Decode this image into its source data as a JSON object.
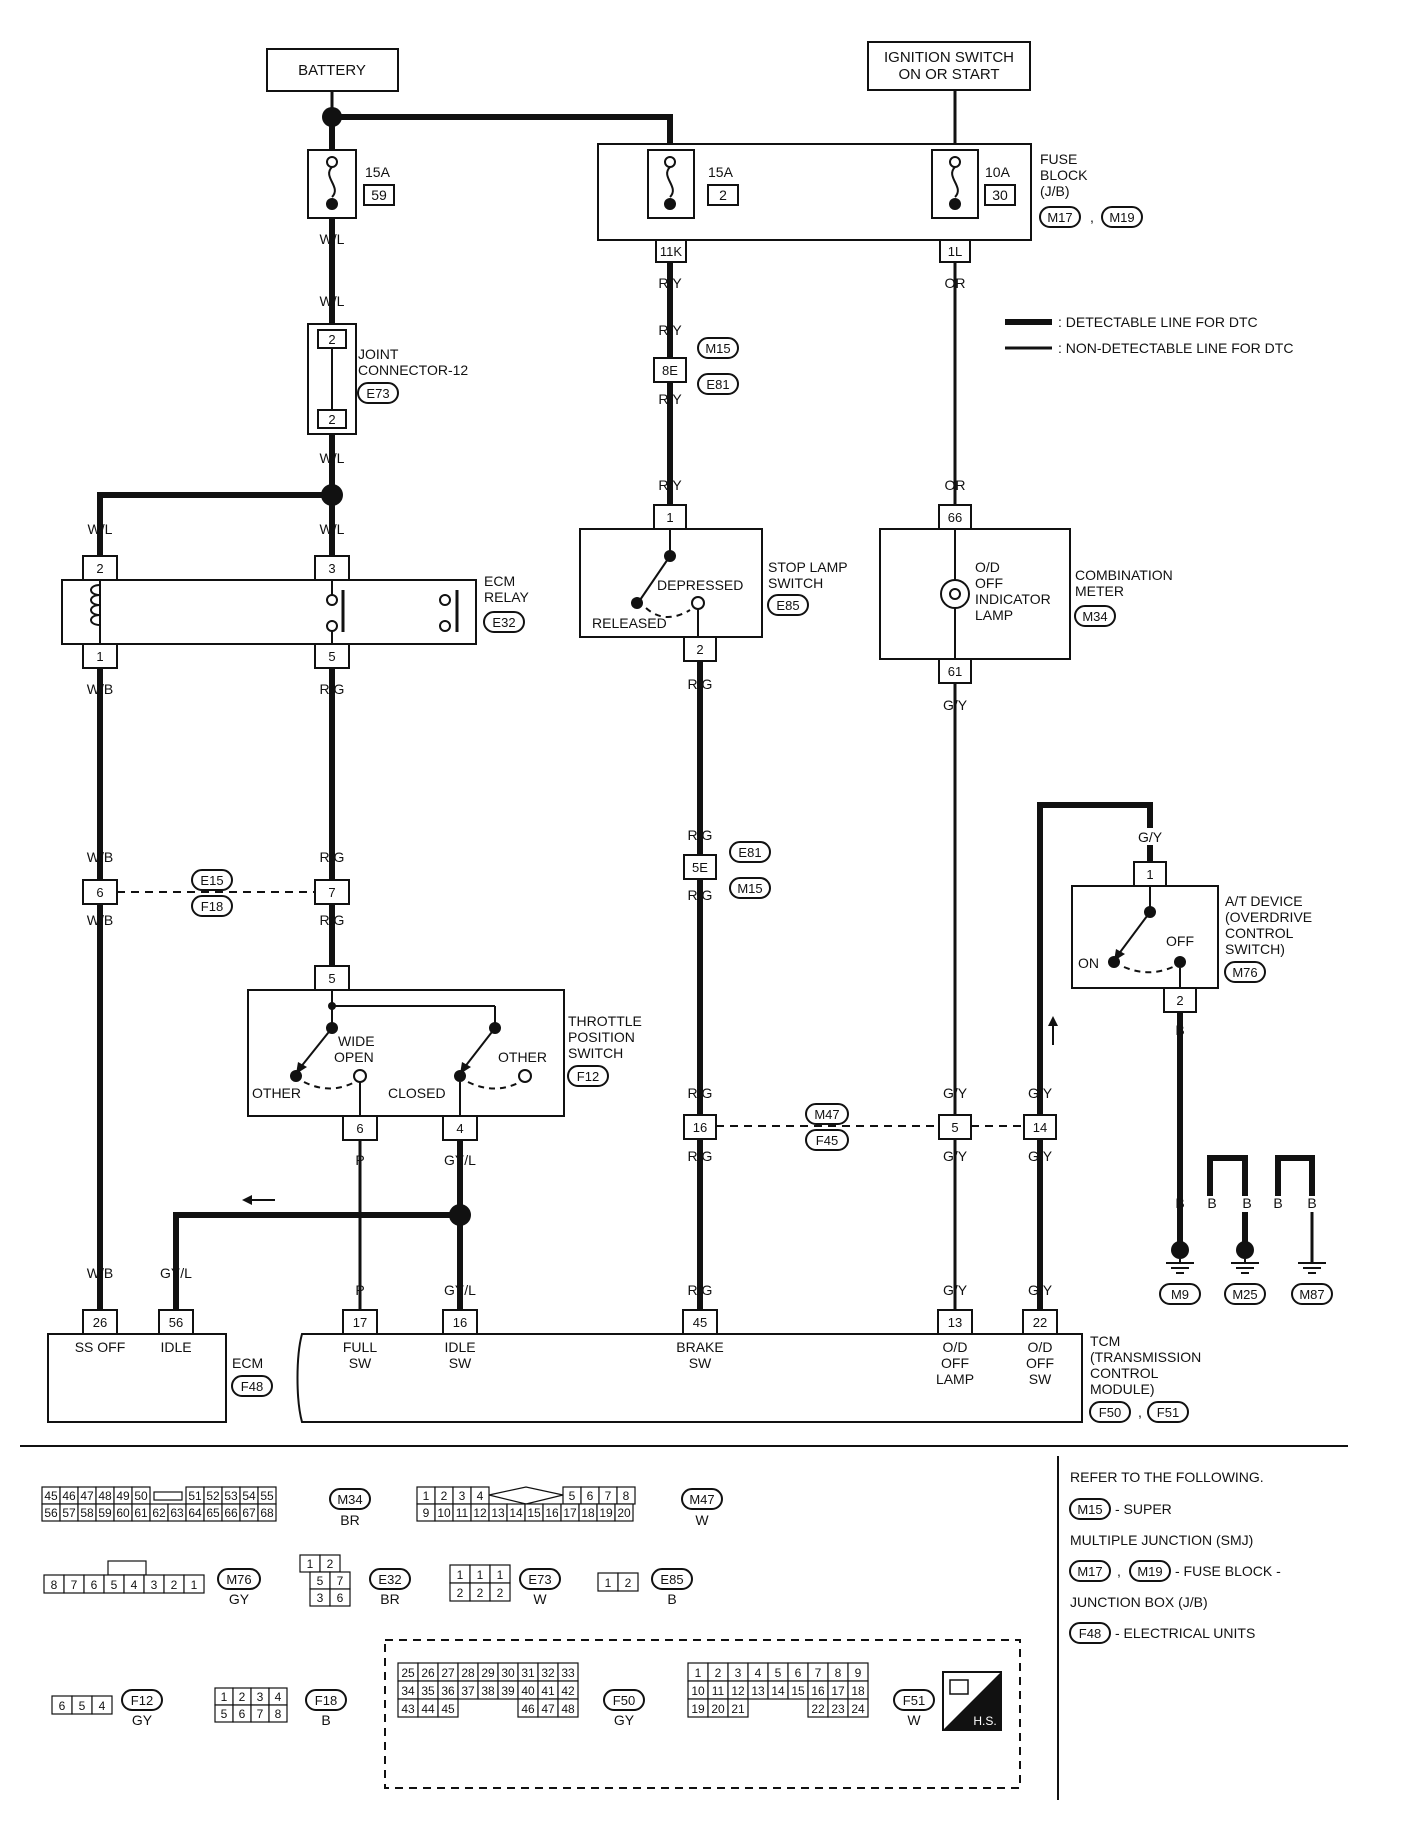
{
  "power": {
    "battery": "BATTERY",
    "ignition_l1": "IGNITION SWITCH",
    "ignition_l2": "ON OR START"
  },
  "fuses": {
    "f59": {
      "amp": "15A",
      "num": "59"
    },
    "f2": {
      "amp": "15A",
      "num": "2"
    },
    "f30": {
      "amp": "10A",
      "num": "30"
    },
    "block_l1": "FUSE",
    "block_l2": "BLOCK",
    "block_l3": "(J/B)",
    "block_conn1": "M17",
    "block_conn2": "M19",
    "pin_11k": "11K",
    "pin_1l": "1L"
  },
  "legend": {
    "detectable": ": DETECTABLE LINE FOR DTC",
    "non_detectable": ": NON-DETECTABLE LINE FOR DTC"
  },
  "wires": {
    "wl": "W/L",
    "ry": "R/Y",
    "or": "OR",
    "wb": "W/B",
    "rg": "R/G",
    "gy": "G/Y",
    "p": "P",
    "gyl": "GY/L",
    "b": "B"
  },
  "joint": {
    "l1": "JOINT",
    "l2": "CONNECTOR-12",
    "conn": "E73",
    "pin_top": "2",
    "pin_bot": "2"
  },
  "smj1": {
    "pin": "8E",
    "c1": "M15",
    "c2": "E81"
  },
  "smj2": {
    "pin": "5E",
    "c1": "E81",
    "c2": "M15"
  },
  "e15": {
    "pin_left": "6",
    "pin_right": "7",
    "c1": "E15",
    "c2": "F18"
  },
  "m47": {
    "pin_a": "16",
    "pin_b": "5",
    "pin_c": "14",
    "c1": "M47",
    "c2": "F45"
  },
  "ecm_relay": {
    "l1": "ECM",
    "l2": "RELAY",
    "conn": "E32",
    "p2": "2",
    "p3": "3",
    "p1": "1",
    "p5": "5"
  },
  "stop_lamp": {
    "l1": "STOP LAMP",
    "l2": "SWITCH",
    "conn": "E85",
    "depressed": "DEPRESSED",
    "released": "RELEASED",
    "p1": "1",
    "p2": "2"
  },
  "combo_meter": {
    "l1": "COMBINATION",
    "l2": "METER",
    "conn": "M34",
    "lamp1": "O/D",
    "lamp2": "OFF",
    "lamp3": "INDICATOR",
    "lamp4": "LAMP",
    "p66": "66",
    "p61": "61"
  },
  "at_device": {
    "l1": "A/T DEVICE",
    "l2": "(OVERDRIVE",
    "l3": "CONTROL",
    "l4": "SWITCH)",
    "conn": "M76",
    "on": "ON",
    "off": "OFF",
    "p1": "1",
    "p2": "2"
  },
  "tps": {
    "l1": "THROTTLE",
    "l2": "POSITION",
    "l3": "SWITCH",
    "conn": "F12",
    "wide1": "WIDE",
    "wide2": "OPEN",
    "other": "OTHER",
    "closed": "CLOSED",
    "p5": "5",
    "p6": "6",
    "p4": "4"
  },
  "grounds": [
    "M9",
    "M25",
    "M87"
  ],
  "ecm": {
    "name": "ECM",
    "conn": "F48",
    "p26": "26",
    "p56": "56",
    "ss_off": "SS OFF",
    "idle": "IDLE"
  },
  "tcm": {
    "l1": "TCM",
    "l2": "(TRANSMISSION",
    "l3": "CONTROL",
    "l4": "MODULE)",
    "c1": "F50",
    "c2": "F51",
    "p17": "17",
    "p16": "16",
    "p45": "45",
    "p13": "13",
    "p22": "22",
    "full1": "FULL",
    "full2": "SW",
    "idle1": "IDLE",
    "idle2": "SW",
    "brake1": "BRAKE",
    "brake2": "SW",
    "odl1": "O/D",
    "odl2": "OFF",
    "odl3": "LAMP",
    "ods1": "O/D",
    "ods2": "OFF",
    "ods3": "SW"
  },
  "refer": {
    "title": "REFER TO THE FOLLOWING.",
    "c1": "M15",
    "t1": "- SUPER",
    "t1b": "MULTIPLE JUNCTION (SMJ)",
    "c2": "M17",
    "c3": "M19",
    "t2": "- FUSE BLOCK -",
    "t2b": "JUNCTION BOX (J/B)",
    "c4": "F48",
    "t3": "- ELECTRICAL UNITS"
  },
  "connectors": {
    "m34": {
      "id": "M34",
      "color": "BR",
      "row1a": [
        "45",
        "46",
        "47",
        "48",
        "49",
        "50"
      ],
      "row1b": [
        "51",
        "52",
        "53",
        "54",
        "55"
      ],
      "row2": [
        "56",
        "57",
        "58",
        "59",
        "60",
        "61",
        "62",
        "63",
        "64",
        "65",
        "66",
        "67",
        "68"
      ]
    },
    "m47": {
      "id": "M47",
      "color": "W",
      "row1a": [
        "1",
        "2",
        "3",
        "4"
      ],
      "row1b": [
        "5",
        "6",
        "7",
        "8"
      ],
      "row2": [
        "9",
        "10",
        "11",
        "12",
        "13",
        "14",
        "15",
        "16",
        "17",
        "18",
        "19",
        "20"
      ]
    },
    "m76": {
      "id": "M76",
      "color": "GY",
      "row": [
        "8",
        "7",
        "6",
        "5",
        "4",
        "3",
        "2",
        "1"
      ]
    },
    "e32": {
      "id": "E32",
      "color": "BR",
      "r1": [
        "1",
        "2"
      ],
      "r2": [
        "5",
        "7"
      ],
      "r3": [
        "3",
        "6"
      ]
    },
    "e73": {
      "id": "E73",
      "color": "W",
      "r1": [
        "1",
        "1",
        "1"
      ],
      "r2": [
        "2",
        "2",
        "2"
      ]
    },
    "e85": {
      "id": "E85",
      "color": "B",
      "r1": [
        "1",
        "2"
      ]
    },
    "f12": {
      "id": "F12",
      "color": "GY",
      "r1": [
        "6",
        "5",
        "4"
      ]
    },
    "f18": {
      "id": "F18",
      "color": "B",
      "r1": [
        "1",
        "2",
        "3",
        "4"
      ],
      "r2": [
        "5",
        "6",
        "7",
        "8"
      ]
    },
    "f50": {
      "id": "F50",
      "color": "GY",
      "r1": [
        "25",
        "26",
        "27",
        "28",
        "29",
        "30",
        "31",
        "32",
        "33"
      ],
      "r2": [
        "34",
        "35",
        "36",
        "37",
        "38",
        "39",
        "40",
        "41",
        "42"
      ],
      "r3a": [
        "43",
        "44",
        "45"
      ],
      "r3b": [
        "46",
        "47",
        "48"
      ]
    },
    "f51": {
      "id": "F51",
      "color": "W",
      "r1": [
        "1",
        "2",
        "3",
        "4",
        "5",
        "6",
        "7",
        "8",
        "9"
      ],
      "r2": [
        "10",
        "11",
        "12",
        "13",
        "14",
        "15",
        "16",
        "17",
        "18"
      ],
      "r3a": [
        "19",
        "20",
        "21"
      ],
      "r3b": [
        "22",
        "23",
        "24"
      ]
    }
  },
  "hs": "H.S."
}
